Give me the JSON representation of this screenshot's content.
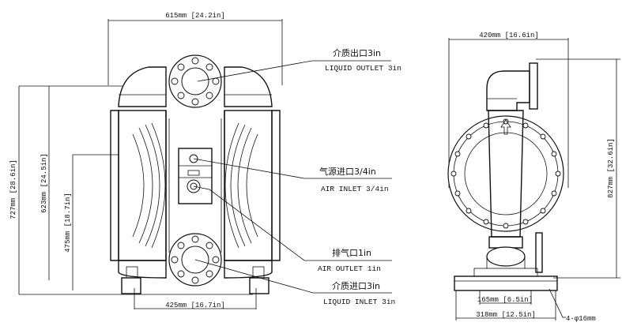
{
  "front_view": {
    "dims": {
      "width_top": "615mm [24.2in]",
      "width_bottom": "425mm [16.7in]",
      "height_total": "727mm [28.6in]",
      "height_mid": "623mm [24.5in]",
      "height_low": "475mm [18.7in]"
    },
    "callouts": [
      {
        "cn": "介质出口3in",
        "en": "LIQUID OUTLET 3in"
      },
      {
        "cn": "气源进口3/4in",
        "en": "AIR INLET 3/4in"
      },
      {
        "cn": "排气口1in",
        "en": "AIR OUTLET 1in"
      },
      {
        "cn": "介质进口3in",
        "en": "LIQUID INLET 3in"
      }
    ]
  },
  "side_view": {
    "dims": {
      "width_top": "420mm [16.6in]",
      "height_total": "827mm [32.6in]",
      "base_inner": "165mm [6.5in]",
      "base_outer": "318mm [12.5in]",
      "holes": "4-φ16mm"
    }
  }
}
